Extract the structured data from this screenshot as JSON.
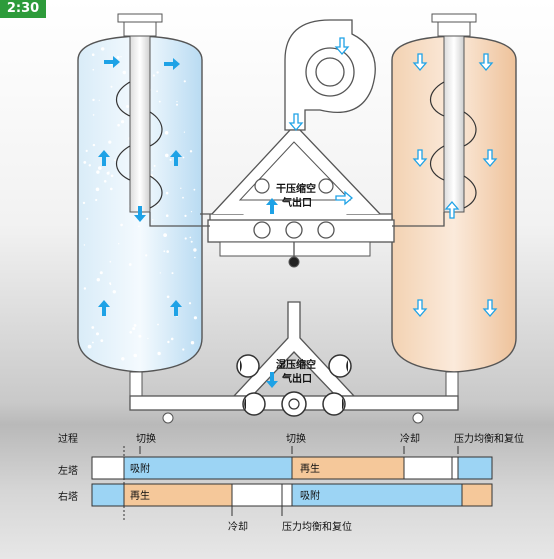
{
  "badge": "2:30",
  "labels": {
    "dry_outlet": [
      "干压缩空",
      "气出口"
    ],
    "wet_inlet": [
      "湿压缩空",
      "气出口"
    ]
  },
  "timeline": {
    "header": {
      "process": "过程",
      "switch1": "切换",
      "switch2": "切换",
      "cooling": "冷却",
      "pressure": "压力均衡和复位"
    },
    "left_tower": {
      "label": "左塔",
      "adsorb": "吸附",
      "regen": "再生"
    },
    "right_tower": {
      "label": "右塔",
      "regen": "再生",
      "adsorb": "吸附"
    },
    "footer": {
      "cooling": "冷却",
      "pressure": "压力均衡和复位"
    }
  },
  "colors": {
    "adsorb": "#9cd4f4",
    "regen": "#f5c89a",
    "arrow": "#1ea2e6",
    "badge": "#2d9b3a"
  }
}
